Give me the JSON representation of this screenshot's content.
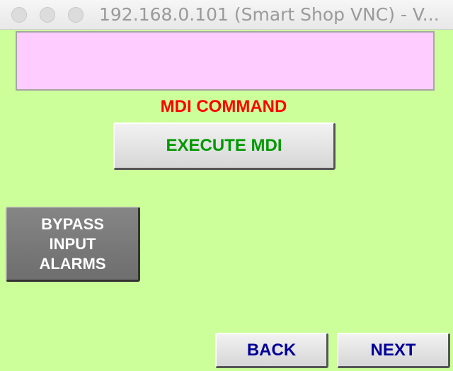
{
  "window": {
    "title": "192.168.0.101 (Smart Shop VNC) - V..."
  },
  "mdi": {
    "input_value": "",
    "label": "MDI COMMAND",
    "execute_label": "EXECUTE MDI"
  },
  "bypass": {
    "lines": [
      "BYPASS",
      "INPUT",
      "ALARMS"
    ]
  },
  "nav": {
    "back_label": "BACK",
    "next_label": "NEXT"
  },
  "colors": {
    "screen_background": "#ccff99",
    "mdi_field_background": "#ffccff",
    "mdi_label": "#ff0000",
    "execute_text": "#009900",
    "nav_text": "#000099",
    "bypass_button": "#7a7a7a"
  }
}
